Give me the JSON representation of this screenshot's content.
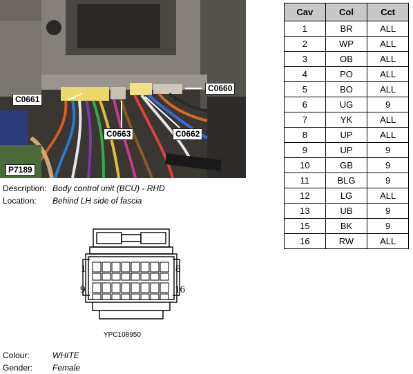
{
  "photo": {
    "callouts": {
      "c0661": "C0661",
      "c0660": "C0660",
      "c0663": "C0663",
      "c0662": "C0662",
      "p7189": "P7189"
    }
  },
  "description": {
    "description_label": "Description:",
    "description_value": "Body control unit (BCU) - RHD",
    "location_label": "Location:",
    "location_value": "Behind LH side of fascia"
  },
  "connector": {
    "pin_left_top": "1",
    "pin_right_top": "8",
    "pin_left_bottom": "9",
    "pin_right_bottom": "16",
    "part_number": "YPC108950"
  },
  "details": {
    "colour_label": "Colour:",
    "colour_value": "WHITE",
    "gender_label": "Gender:",
    "gender_value": "Female"
  },
  "table": {
    "headers": [
      "Cav",
      "Col",
      "Cct"
    ],
    "rows": [
      [
        "1",
        "BR",
        "ALL"
      ],
      [
        "2",
        "WP",
        "ALL"
      ],
      [
        "3",
        "OB",
        "ALL"
      ],
      [
        "4",
        "PO",
        "ALL"
      ],
      [
        "5",
        "BO",
        "ALL"
      ],
      [
        "6",
        "UG",
        "9"
      ],
      [
        "7",
        "YK",
        "ALL"
      ],
      [
        "8",
        "UP",
        "ALL"
      ],
      [
        "9",
        "UP",
        "9"
      ],
      [
        "10",
        "GB",
        "9"
      ],
      [
        "11",
        "BLG",
        "9"
      ],
      [
        "12",
        "LG",
        "ALL"
      ],
      [
        "13",
        "UB",
        "9"
      ],
      [
        "15",
        "BK",
        "9"
      ],
      [
        "16",
        "RW",
        "ALL"
      ]
    ]
  }
}
